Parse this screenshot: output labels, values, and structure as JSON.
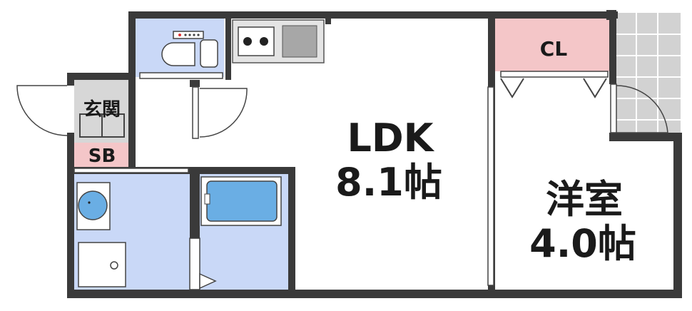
{
  "floorplan": {
    "rooms": {
      "ldk": {
        "name": "LDK",
        "size": "8.1帖"
      },
      "western": {
        "name": "洋室",
        "size": "4.0帖"
      },
      "closet": {
        "label": "CL"
      },
      "entrance": {
        "label": "玄関"
      },
      "shoe_box": {
        "label": "SB"
      }
    },
    "colors": {
      "wall": "#3a3a3a",
      "wet_area": "#c9d8f7",
      "closet": "#f4c6c8",
      "entrance": "#d7d7d7",
      "bathtub": "#6aaee4",
      "balcony": "#cfcfcf"
    }
  }
}
